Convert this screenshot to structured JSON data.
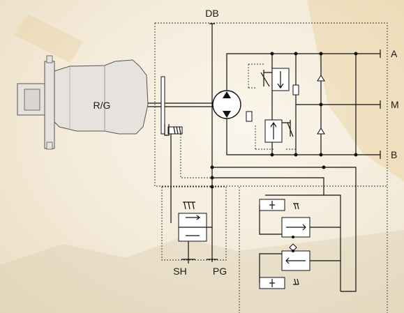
{
  "labels": {
    "db": "DB",
    "motor": "R/G",
    "port_a": "A",
    "port_m": "M",
    "port_b": "B",
    "sh": "SH",
    "pg": "PG"
  },
  "colors": {
    "line": "#111111",
    "housing_fill": "#e6e3de",
    "background": "#f3ead8"
  }
}
